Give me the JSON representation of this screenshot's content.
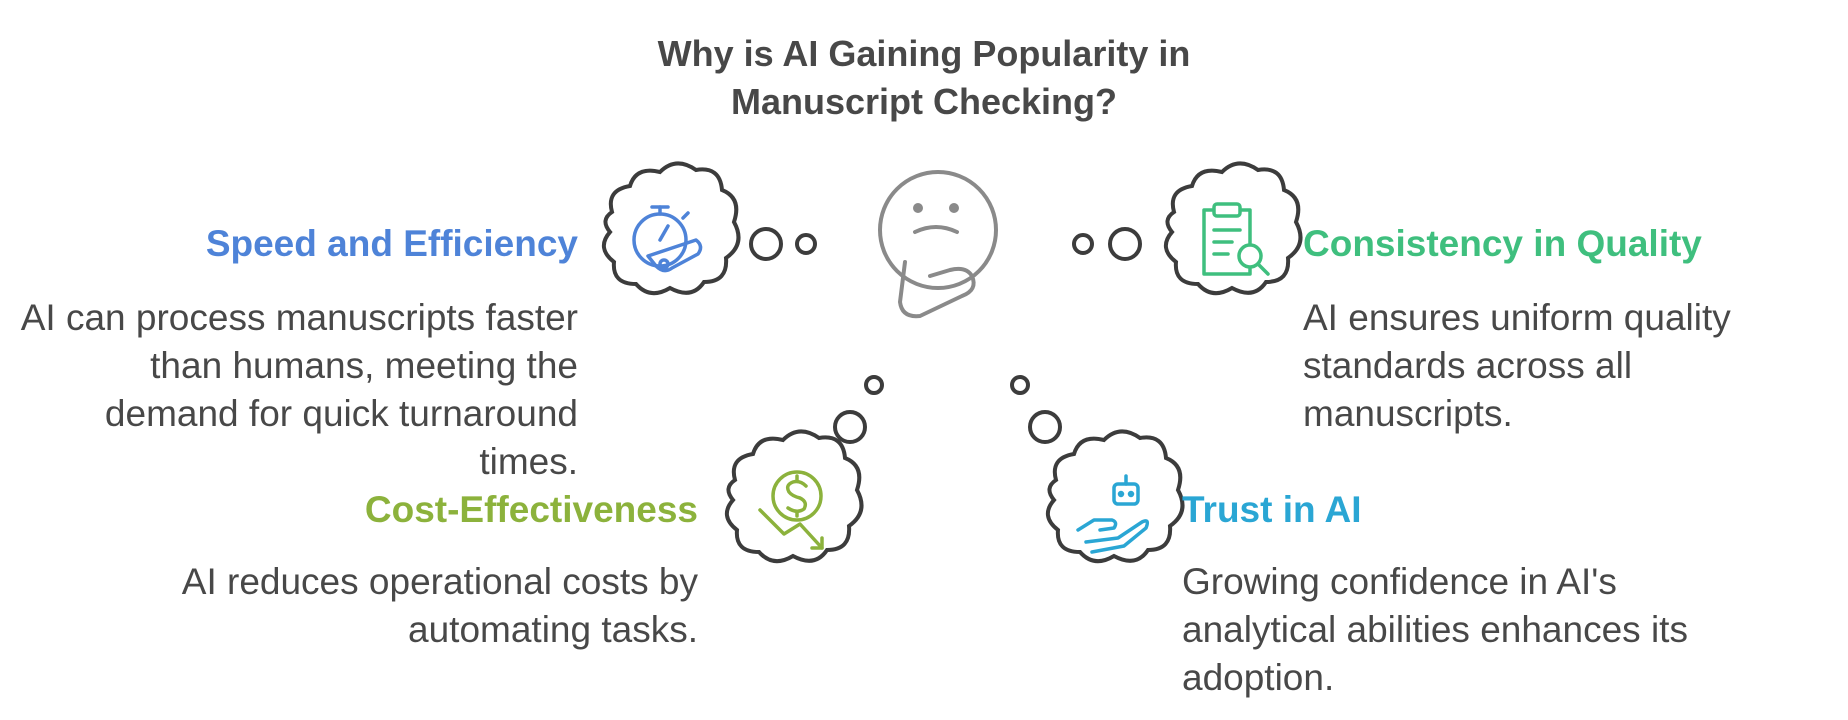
{
  "title": {
    "line1": "Why is AI Gaining Popularity in",
    "line2": "Manuscript Checking?"
  },
  "items": [
    {
      "heading": "Speed and Efficiency",
      "description": "AI can process manuscripts faster than humans, meeting the demand for quick turnaround times.",
      "color": "#4e83d8",
      "icon": "stopwatch-icon"
    },
    {
      "heading": "Consistency in Quality",
      "description": "AI ensures uniform quality standards across all manuscripts.",
      "color": "#3fbf7e",
      "icon": "clipboard-search-icon"
    },
    {
      "heading": "Cost-Effectiveness",
      "description": "AI reduces operational costs by automating tasks.",
      "color": "#8cb23c",
      "icon": "dollar-down-icon"
    },
    {
      "heading": "Trust in AI",
      "description": "Growing confidence in AI's analytical abilities enhances its adoption.",
      "color": "#2aa6d4",
      "icon": "robot-hand-icon"
    }
  ],
  "center_icon": "thinking-face-icon"
}
